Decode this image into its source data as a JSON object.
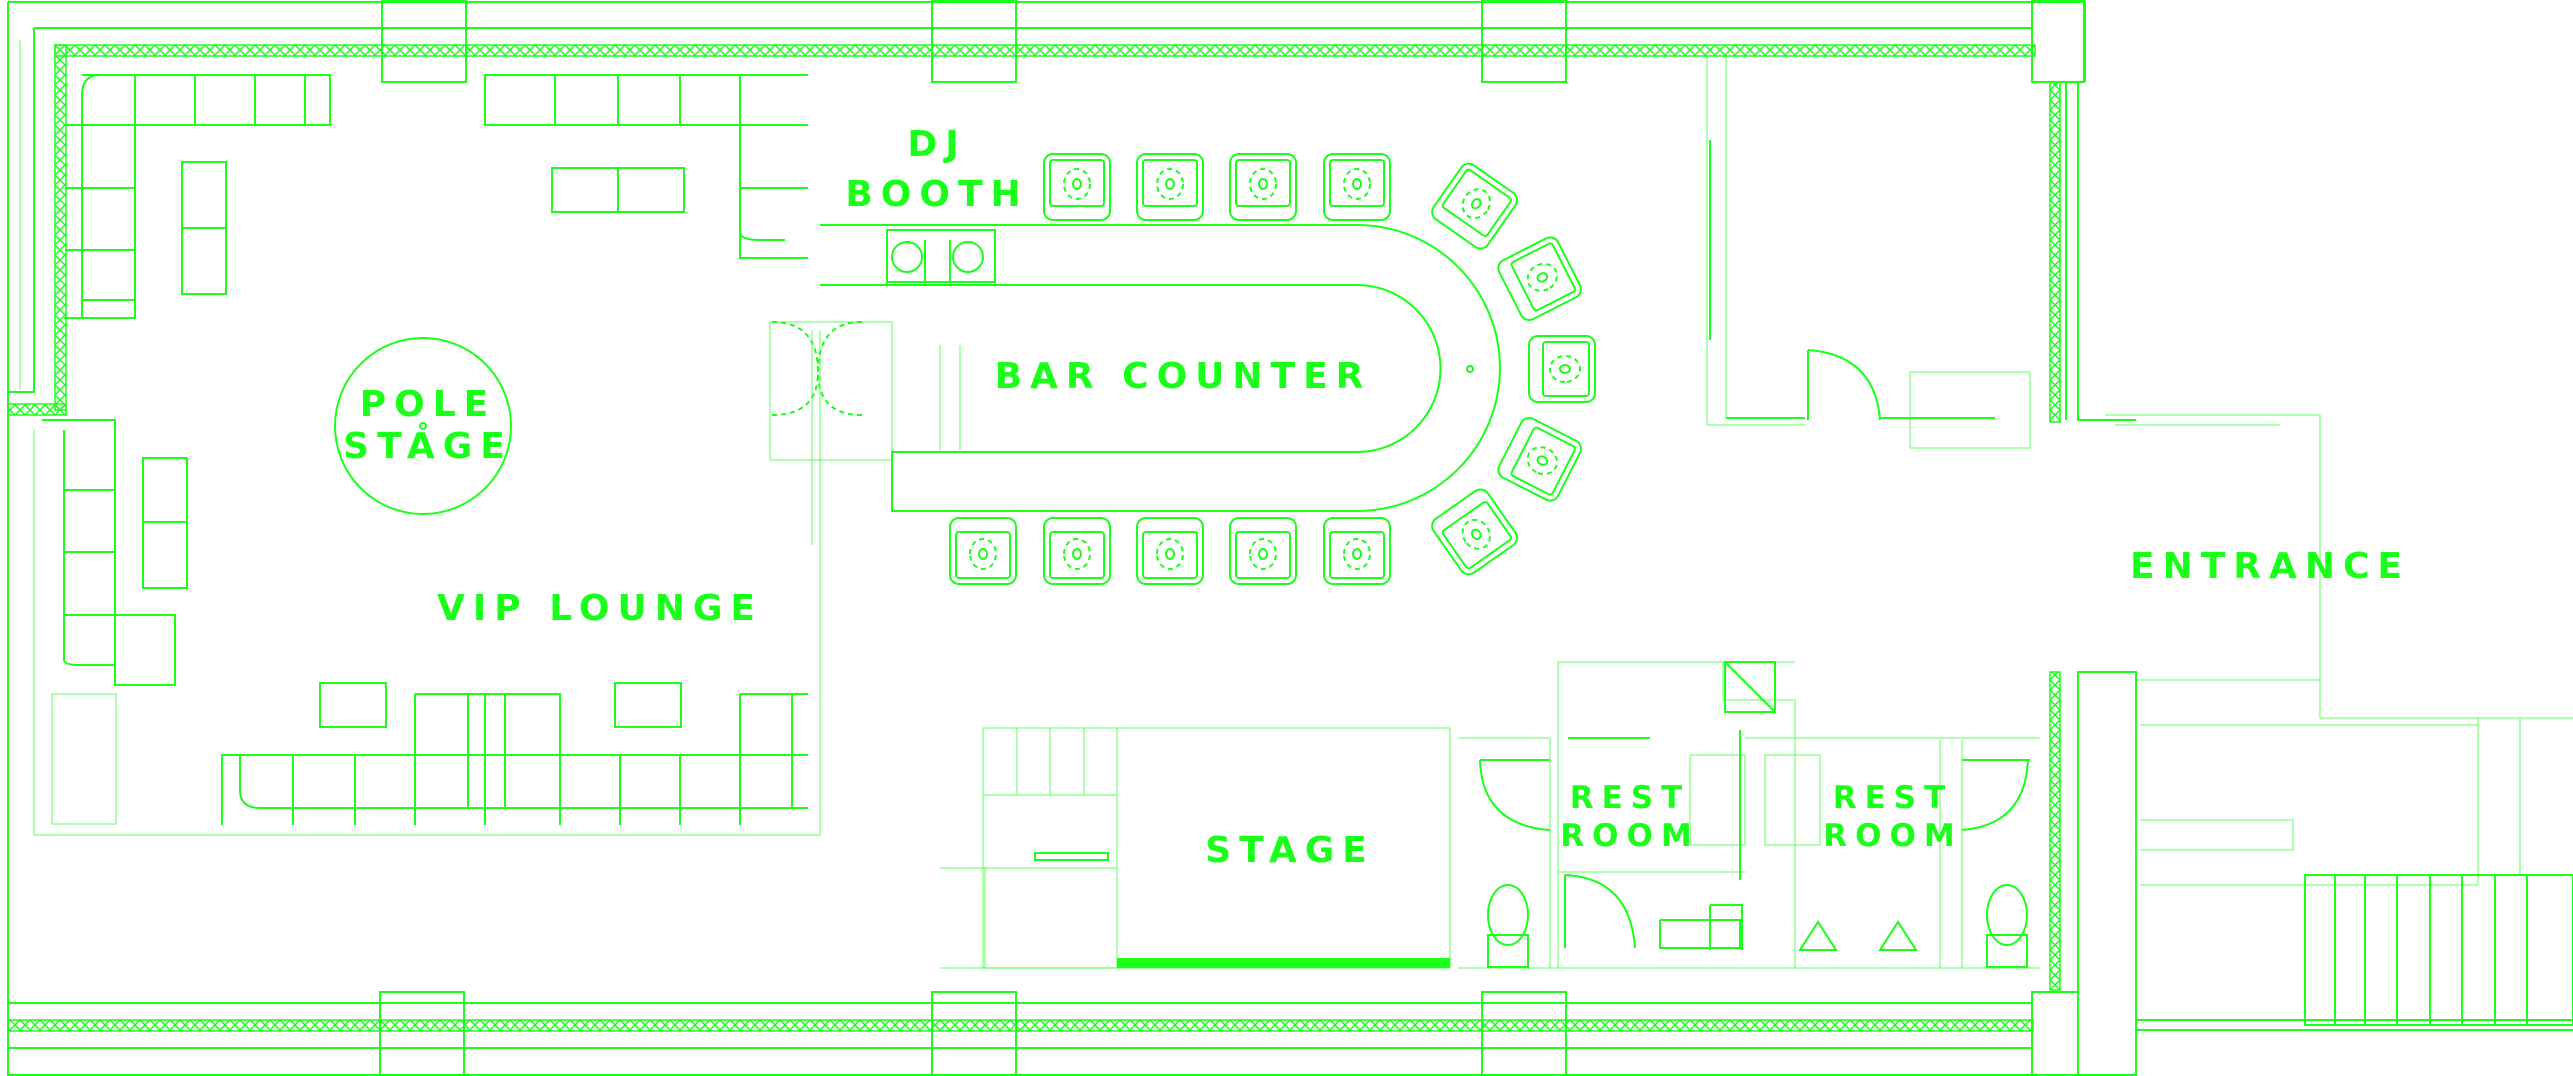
{
  "plan": {
    "accent_color": "#1aff1a",
    "labels": {
      "dj_booth": [
        "DJ",
        "BOOTH"
      ],
      "bar_counter": "BAR COUNTER",
      "pole_stage": [
        "POLE",
        "STAGE"
      ],
      "vip_lounge": "VIP LOUNGE",
      "entrance": "ENTRANCE",
      "stage": "STAGE",
      "rest_room_left": [
        "REST",
        "ROOM"
      ],
      "rest_room_right": [
        "REST",
        "ROOM"
      ]
    }
  }
}
